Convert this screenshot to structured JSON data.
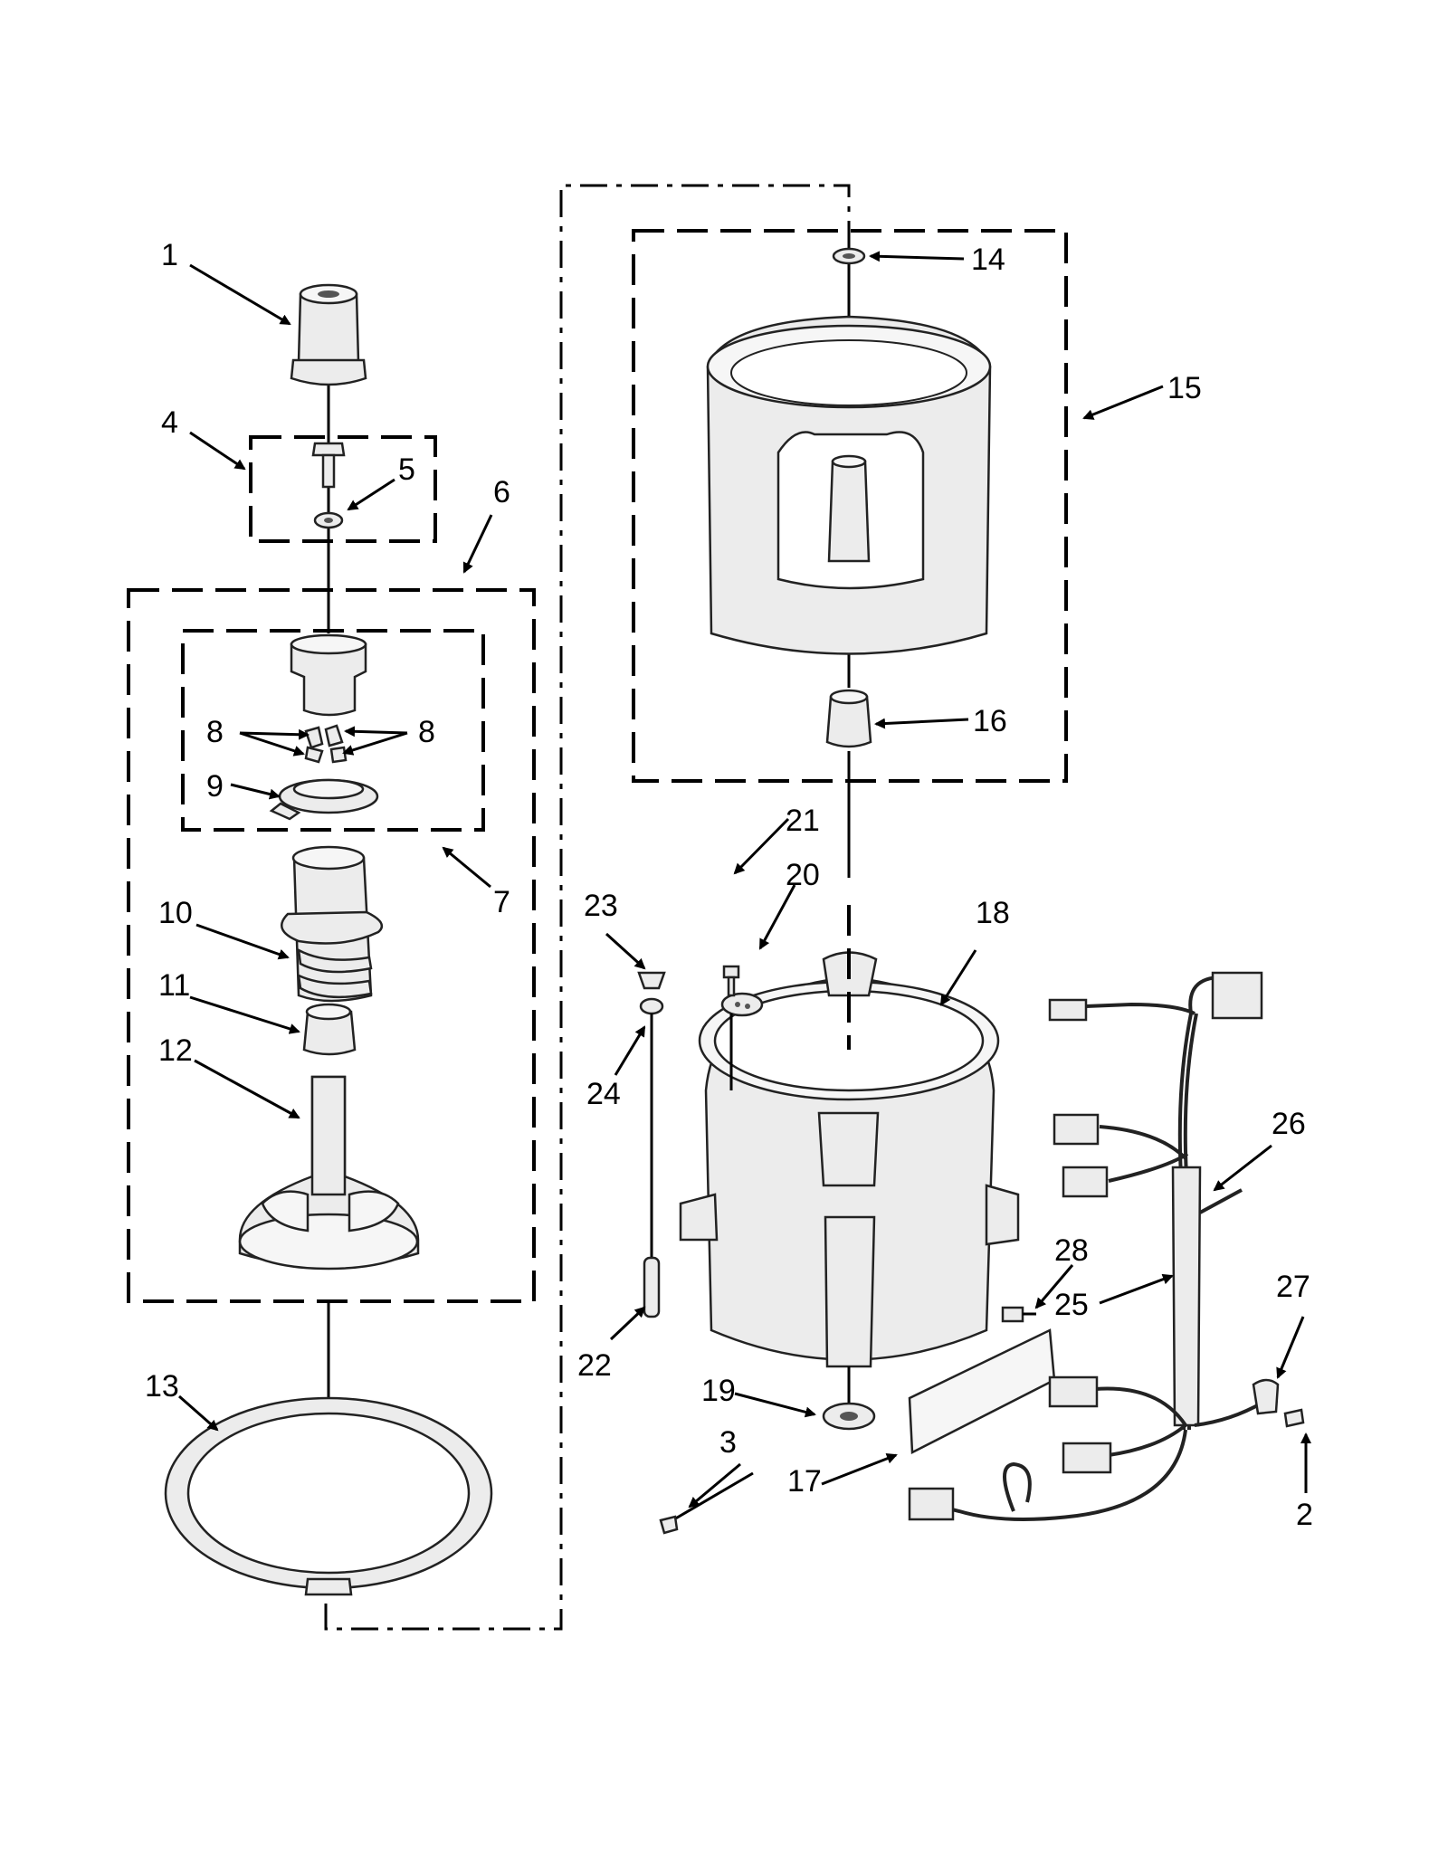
{
  "labels": {
    "p1": "1",
    "p2": "2",
    "p3": "3",
    "p4": "4",
    "p5": "5",
    "p6": "6",
    "p7": "7",
    "p8a": "8",
    "p8b": "8",
    "p9": "9",
    "p10": "10",
    "p11": "11",
    "p12": "12",
    "p13": "13",
    "p14": "14",
    "p15": "15",
    "p16": "16",
    "p17": "17",
    "p18": "18",
    "p19": "19",
    "p20": "20",
    "p21": "21",
    "p22": "22",
    "p23": "23",
    "p24": "24",
    "p25": "25",
    "p26": "26",
    "p27": "27",
    "p28": "28"
  }
}
